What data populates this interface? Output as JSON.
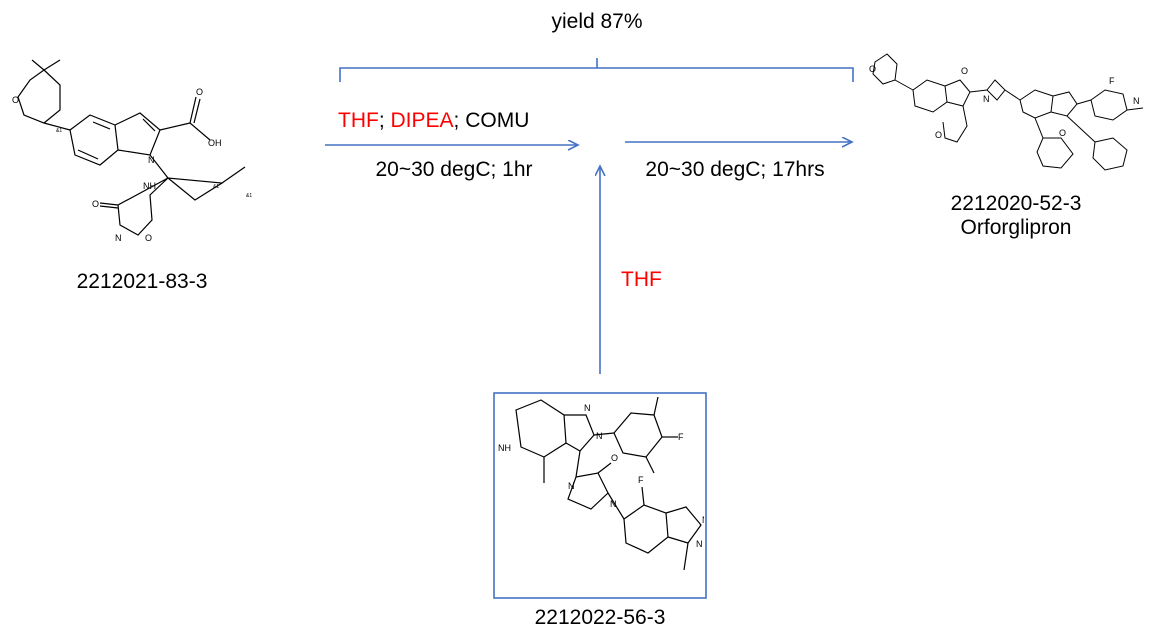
{
  "yield_label": "yield 87%",
  "step1": {
    "reagents": [
      {
        "text": "THF",
        "color": "#ff0000"
      },
      {
        "text": "; ",
        "color": "#000000"
      },
      {
        "text": "DIPEA",
        "color": "#ff0000"
      },
      {
        "text": "; COMU",
        "color": "#000000"
      }
    ],
    "conditions": "20~30 degC; 1hr"
  },
  "step2": {
    "conditions": "20~30 degC; 17hrs"
  },
  "vertical_reagent": "THF",
  "compounds": {
    "start": {
      "cas": "2212021-83-3"
    },
    "amine": {
      "cas": "2212022-56-3"
    },
    "product": {
      "cas": "2212020-52-3",
      "name": "Orforglipron"
    }
  },
  "atom_labels": {
    "oxygen": "O",
    "hydroxyl": "OH",
    "nitrogen": "N",
    "nh": "NH",
    "h": "H",
    "fluorine": "F",
    "stereo": "&1"
  },
  "colors": {
    "arrow": "#4472c4",
    "reagent_highlight": "#ff0000"
  }
}
